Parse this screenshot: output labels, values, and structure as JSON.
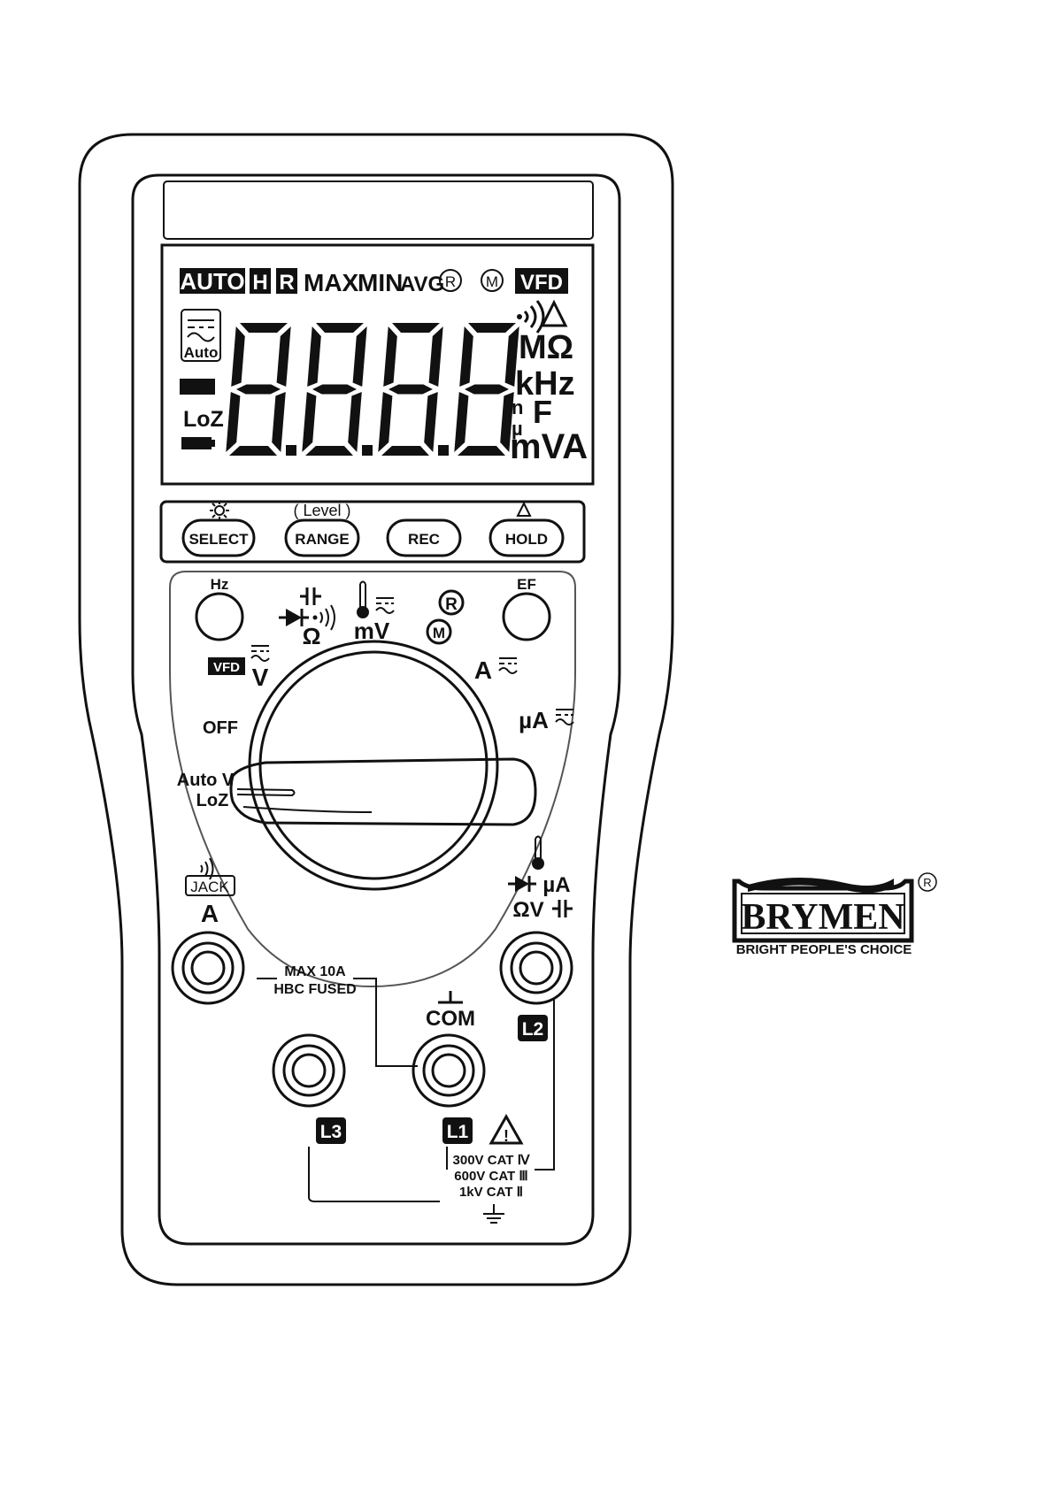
{
  "lcd": {
    "flags": {
      "auto": "AUTO",
      "hold": "H",
      "rel": "R",
      "max": "MAX",
      "min": "MIN",
      "avg": "AVG",
      "rec": "R",
      "mem": "M",
      "vfd": "VFD"
    },
    "auto_box": "Auto",
    "loz": "LoZ",
    "units": {
      "meg_ohm": "MΩ",
      "khz": "kHz",
      "farad": "F",
      "mva": "mVA",
      "n": "n",
      "mu": "µ"
    },
    "digits": "8.8.8.8"
  },
  "buttons": {
    "level_label": "( Level )",
    "select": "SELECT",
    "range": "RANGE",
    "rec": "REC",
    "hold": "HOLD"
  },
  "dial": {
    "hz": "Hz",
    "ef": "EF",
    "ohm": "Ω",
    "mv": "mV",
    "vfd": "VFD",
    "v": "V",
    "a": "A",
    "ua": "µA",
    "off": "OFF",
    "auto_v": "Auto V",
    "loz": "LoZ",
    "rec": "R",
    "mem": "M"
  },
  "terminals": {
    "jack": "JACK",
    "a": "A",
    "max_fuse_1": "MAX 10A",
    "max_fuse_2": "HBC FUSED",
    "com": "COM",
    "right_top": "µA",
    "right_bottom": "ΩV",
    "l1": "L1",
    "l2": "L2",
    "l3": "L3",
    "cat_1": "300V CAT Ⅳ",
    "cat_2": "600V CAT Ⅲ",
    "cat_3": "1kV CAT Ⅱ"
  },
  "logo": {
    "brand": "BRYMEN",
    "tagline": "BRIGHT PEOPLE'S CHOICE",
    "registered": "R"
  },
  "colors": {
    "ink": "#111111",
    "paper": "#ffffff"
  }
}
